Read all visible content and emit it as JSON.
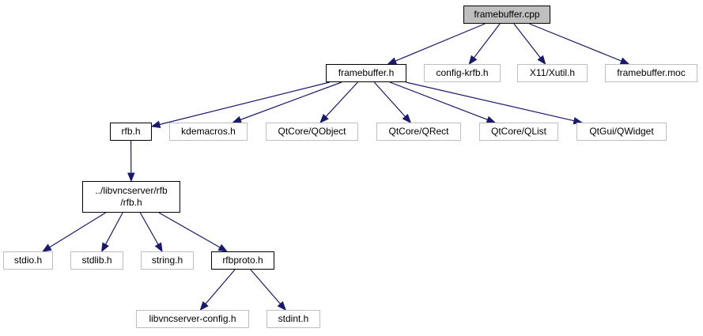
{
  "graph": {
    "edge_color": "#191970",
    "nodes": {
      "framebuffer_cpp": {
        "label": "framebuffer.cpp",
        "kind": "root"
      },
      "framebuffer_h": {
        "label": "framebuffer.h",
        "kind": "internal"
      },
      "config_krfb_h": {
        "label": "config-krfb.h",
        "kind": "external"
      },
      "x11_xutil_h": {
        "label": "X11/Xutil.h",
        "kind": "external"
      },
      "framebuffer_moc": {
        "label": "framebuffer.moc",
        "kind": "external"
      },
      "rfb_h": {
        "label": "rfb.h",
        "kind": "internal"
      },
      "kdemacros_h": {
        "label": "kdemacros.h",
        "kind": "external"
      },
      "qtcore_qobject": {
        "label": "QtCore/QObject",
        "kind": "external"
      },
      "qtcore_qrect": {
        "label": "QtCore/QRect",
        "kind": "external"
      },
      "qtcore_qlist": {
        "label": "QtCore/QList",
        "kind": "external"
      },
      "qtgui_qwidget": {
        "label": "QtGui/QWidget",
        "kind": "external"
      },
      "libvncserver_rfb_h": {
        "label_line1": "../libvncserver/rfb",
        "label_line2": "/rfb.h",
        "kind": "internal"
      },
      "stdio_h": {
        "label": "stdio.h",
        "kind": "external"
      },
      "stdlib_h": {
        "label": "stdlib.h",
        "kind": "external"
      },
      "string_h": {
        "label": "string.h",
        "kind": "external"
      },
      "rfbproto_h": {
        "label": "rfbproto.h",
        "kind": "internal"
      },
      "libvncserver_config_h": {
        "label": "libvncserver-config.h",
        "kind": "external"
      },
      "stdint_h": {
        "label": "stdint.h",
        "kind": "external"
      }
    },
    "edges": [
      {
        "from": "framebuffer_cpp",
        "to": "framebuffer_h"
      },
      {
        "from": "framebuffer_cpp",
        "to": "config_krfb_h"
      },
      {
        "from": "framebuffer_cpp",
        "to": "x11_xutil_h"
      },
      {
        "from": "framebuffer_cpp",
        "to": "framebuffer_moc"
      },
      {
        "from": "framebuffer_h",
        "to": "rfb_h"
      },
      {
        "from": "framebuffer_h",
        "to": "kdemacros_h"
      },
      {
        "from": "framebuffer_h",
        "to": "qtcore_qobject"
      },
      {
        "from": "framebuffer_h",
        "to": "qtcore_qrect"
      },
      {
        "from": "framebuffer_h",
        "to": "qtcore_qlist"
      },
      {
        "from": "framebuffer_h",
        "to": "qtgui_qwidget"
      },
      {
        "from": "rfb_h",
        "to": "libvncserver_rfb_h"
      },
      {
        "from": "libvncserver_rfb_h",
        "to": "stdio_h"
      },
      {
        "from": "libvncserver_rfb_h",
        "to": "stdlib_h"
      },
      {
        "from": "libvncserver_rfb_h",
        "to": "string_h"
      },
      {
        "from": "libvncserver_rfb_h",
        "to": "rfbproto_h"
      },
      {
        "from": "rfbproto_h",
        "to": "libvncserver_config_h"
      },
      {
        "from": "rfbproto_h",
        "to": "stdint_h"
      }
    ]
  }
}
